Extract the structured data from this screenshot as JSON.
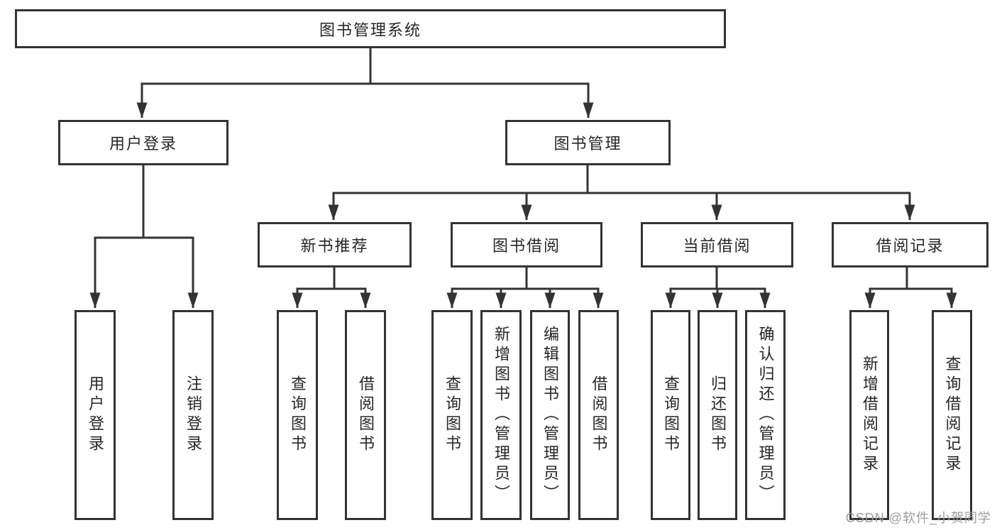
{
  "colors": {
    "line": "#333333",
    "box_border": "#333333",
    "text": "#262626",
    "watermark": "#9c9c9c",
    "background": "#ffffff"
  },
  "watermark": {
    "text": "CSDN @软件_小贺同学"
  },
  "nodes": {
    "root": {
      "label": "图书管理系统"
    },
    "user_login": {
      "label": "用户登录"
    },
    "book_mgmt": {
      "label": "图书管理"
    },
    "user_login_leaf": {
      "label": "用户登录"
    },
    "logout_leaf": {
      "label": "注销登录"
    },
    "new_book_rec": {
      "label": "新书推荐"
    },
    "rec_query_books": {
      "label": "查询图书"
    },
    "rec_borrow_books": {
      "label": "借阅图书"
    },
    "book_borrow": {
      "label": "图书借阅"
    },
    "bb_query_books": {
      "label": "查询图书"
    },
    "bb_add_books": {
      "label": "新增图书（管理员）"
    },
    "bb_edit_books": {
      "label": "编辑图书（管理员）"
    },
    "bb_borrow_books": {
      "label": "借阅图书"
    },
    "current_borrow": {
      "label": "当前借阅"
    },
    "cb_query_books": {
      "label": "查询图书"
    },
    "cb_return_books": {
      "label": "归还图书"
    },
    "cb_confirm_return": {
      "label": "确认归还（管理员）"
    },
    "borrow_records": {
      "label": "借阅记录"
    },
    "br_add_record": {
      "label": "新增借阅记录"
    },
    "br_query_record": {
      "label": "查询借阅记录"
    }
  }
}
